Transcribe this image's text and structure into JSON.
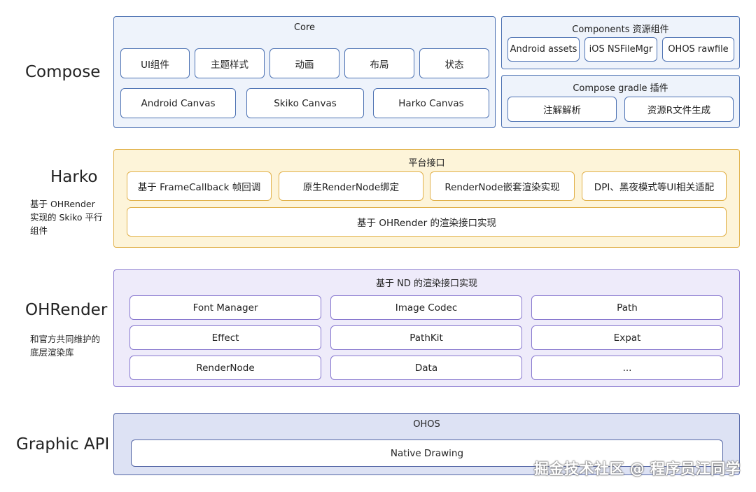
{
  "layers": {
    "compose": {
      "name": "Compose",
      "core": {
        "title": "Core",
        "row1": [
          "UI组件",
          "主题样式",
          "动画",
          "布局",
          "状态"
        ],
        "row2": [
          "Android Canvas",
          "Skiko Canvas",
          "Harko Canvas"
        ]
      },
      "resources": {
        "title": "Components 资源组件",
        "items": [
          "Android assets",
          "iOS NSFileMgr",
          "OHOS rawfile"
        ]
      },
      "gradle": {
        "title": "Compose gradle 插件",
        "items": [
          "注解解析",
          "资源R文件生成"
        ]
      }
    },
    "harko": {
      "name": "Harko",
      "desc": "基于 OHRender 实现的 Skiko 平行组件",
      "panel_title": "平台接口",
      "row1": [
        "基于 FrameCallback 帧回调",
        "原生RenderNode绑定",
        "RenderNode嵌套渲染实现",
        "DPI、黑夜模式等UI相关适配"
      ],
      "wide": "基于 OHRender 的渲染接口实现"
    },
    "ohrender": {
      "name": "OHRender",
      "desc": "和官方共同维护的底层渲染库",
      "panel_title": "基于 ND 的渲染接口实现",
      "rows": [
        [
          "Font Manager",
          "Image Codec",
          "Path"
        ],
        [
          "Effect",
          "PathKit",
          "Expat"
        ],
        [
          "RenderNode",
          "Data",
          "..."
        ]
      ]
    },
    "graphic": {
      "name": "Graphic API",
      "panel_title": "OHOS",
      "wide": "Native Drawing"
    }
  },
  "watermark": "掘金技术社区 @ 程序员江同学",
  "colors": {
    "compose": "#4d72b3",
    "harko": "#e1b14a",
    "ohrender": "#8878cf",
    "graphic": "#5466a6"
  }
}
